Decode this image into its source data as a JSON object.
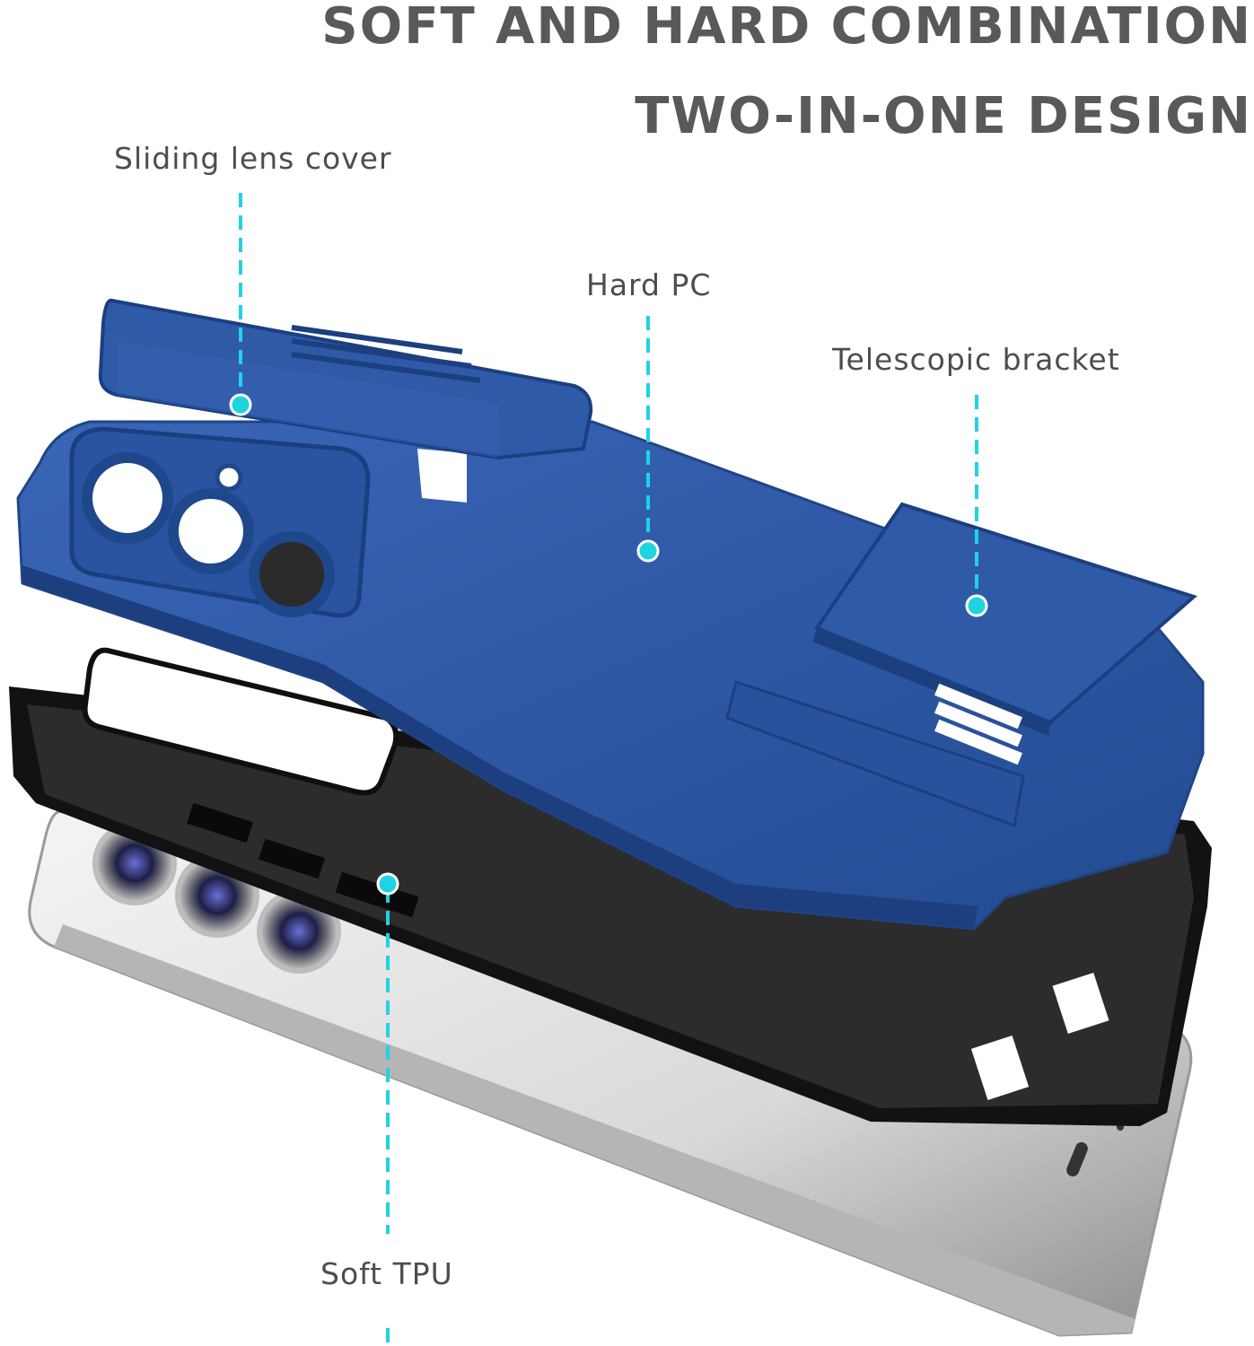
{
  "headline": {
    "line1": "SOFT AND HARD COMBINATION",
    "line2": "TWO-IN-ONE DESIGN"
  },
  "callouts": {
    "sliding_lens_cover": "Sliding lens cover",
    "hard_pc": "Hard PC",
    "telescopic_bracket": "Telescopic bracket",
    "soft_tpu": "Soft TPU"
  },
  "colors": {
    "headline_text": "#595959",
    "callout_text": "#4d4d4d",
    "leader_line": "#1fd3e3",
    "hard_pc_case": "#2f5aa6",
    "soft_tpu_case": "#111111",
    "phone_body": "#e6e6e6"
  }
}
